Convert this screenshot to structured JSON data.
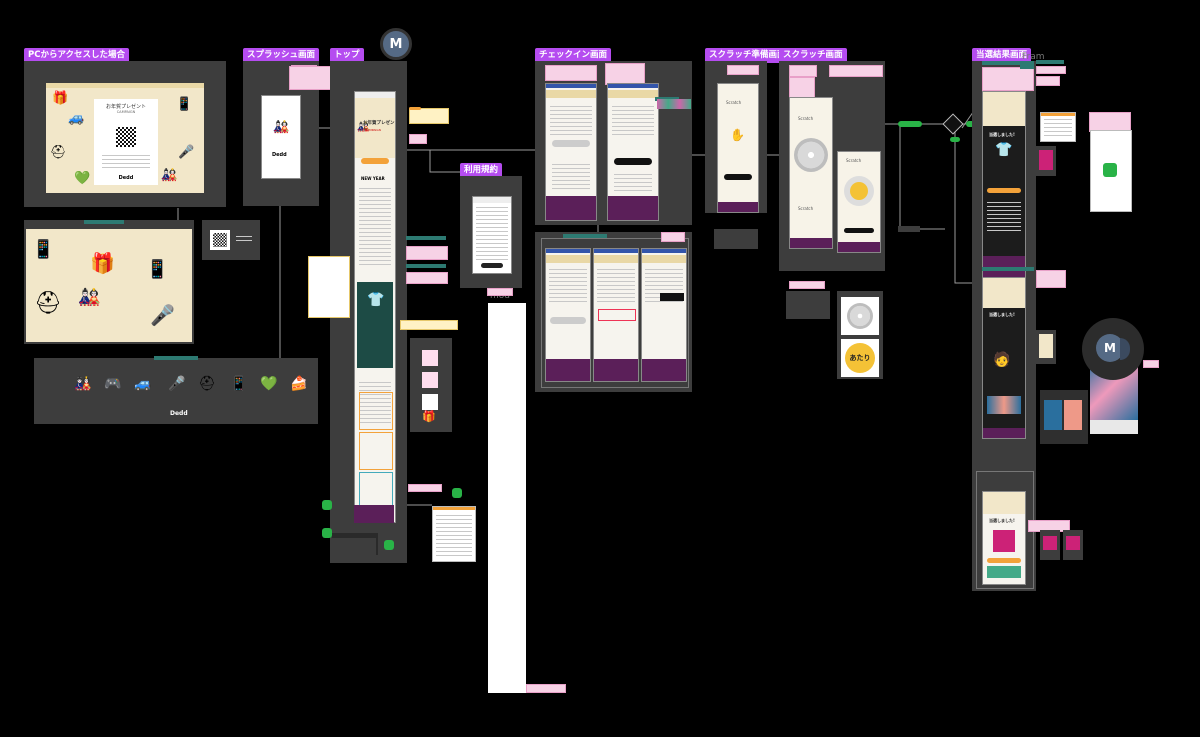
{
  "sections": {
    "pc": "PCからアクセスした場合",
    "splash": "スプラッシュ画面",
    "top": "トップ",
    "terms": "利用規約",
    "checkin": "チェックイン画面",
    "scratch_prep": "スクラッチ準備画面",
    "scratch": "スクラッチ画面",
    "result": "当選結果画面"
  },
  "pc_mock": {
    "title": "お年賀プレゼント",
    "subtitle": "CAMPAIGN",
    "logo": "Dedd"
  },
  "top_mock": {
    "title": "お年賀プレゼント",
    "subtitle": "CAMPAIGN",
    "new_year": "NEW YEAR"
  },
  "scratch_mock": {
    "label": "Scratch",
    "hit": "あたり"
  },
  "result_mock": {
    "win": "当選しました!"
  },
  "floating": {
    "label": "mod",
    "fram": "Fram"
  },
  "avatars": {
    "initial": "M"
  },
  "colors": {
    "section_label": "#b54cf0",
    "frame_bg": "#3d3d3d",
    "brand_purple": "#5b1f59",
    "note_pink": "#f7d2e6",
    "teal": "#2d7a72",
    "green": "#29b347",
    "orange": "#f3a23a",
    "avatar": "#556a85"
  }
}
